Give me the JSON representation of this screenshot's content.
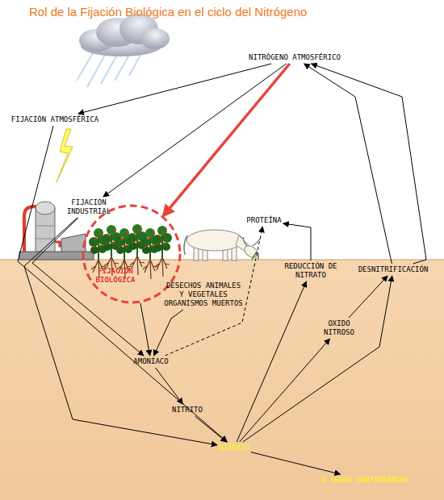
{
  "diagram": {
    "title": "Rol de la Fijación Biológica en el ciclo del Nitrógeno",
    "nodes": [
      {
        "text": [
          "NITRÓGENO ATMOSFÉRICO"
        ]
      },
      {
        "text": [
          "FIJACIÓN ATMOSFÉRICA"
        ]
      },
      {
        "text": [
          "FIJACIÓN INDUSTRIAL"
        ]
      },
      {
        "text": [
          "FIJACIÓN BIOLÓGICA"
        ]
      },
      {
        "text": [
          "PROTEÍNA"
        ]
      },
      {
        "text": [
          "REDUCCIÓN DE NITRATO"
        ]
      },
      {
        "text": [
          "DESNITRIFICACIÓN"
        ]
      },
      {
        "text": [
          "DESECHOS ANIMALES Y VEGETALES ORGANISMOS MUERTOS"
        ]
      },
      {
        "text": [
          "OXIDO NITROSO"
        ]
      },
      {
        "text": [
          "AMONIACO"
        ]
      },
      {
        "text": [
          "NITRITO"
        ]
      },
      {
        "text": [
          "NITRATO"
        ]
      },
      {
        "text": [
          "A AGUAS SUBTERRÁNEAS"
        ]
      }
    ],
    "edges": [
      {
        "from": 0,
        "to": 1,
        "arrow": "to"
      },
      {
        "from": 0,
        "to": 2,
        "arrow": "to"
      },
      {
        "from": 0,
        "to": 3,
        "arrow": "to"
      },
      {
        "from": 1,
        "to": 11,
        "arrow": "to"
      },
      {
        "from": 2,
        "to": 9,
        "arrow": "to"
      },
      {
        "from": 2,
        "to": 11,
        "arrow": "to"
      },
      {
        "from": 3,
        "to": 9,
        "arrow": "to"
      },
      {
        "from": 7,
        "to": 9,
        "arrow": "to"
      },
      {
        "from": 9,
        "to": 4,
        "arrow": "to"
      },
      {
        "from": 5,
        "to": 4,
        "arrow": "to"
      },
      {
        "from": 9,
        "to": 10,
        "arrow": "to"
      },
      {
        "from": 10,
        "to": 11,
        "arrow": "to"
      },
      {
        "from": 11,
        "to": 5,
        "arrow": "to"
      },
      {
        "from": 11,
        "to": 8,
        "arrow": "to"
      },
      {
        "from": 11,
        "to": 6,
        "arrow": "to"
      },
      {
        "from": 8,
        "to": 6,
        "arrow": "to"
      },
      {
        "from": 6,
        "to": 0,
        "arrow": "to"
      },
      {
        "from": 6,
        "to": 0,
        "arrow": "to"
      },
      {
        "from": 11,
        "to": 12,
        "arrow": "to"
      }
    ]
  }
}
